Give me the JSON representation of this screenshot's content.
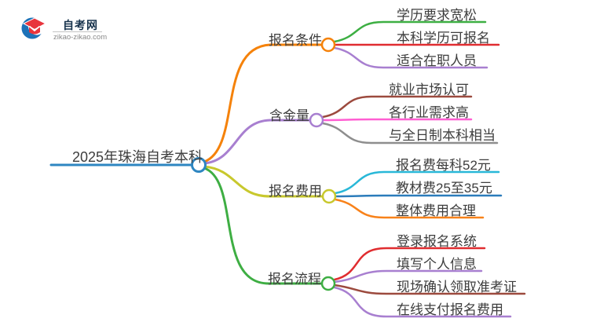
{
  "logo": {
    "site_name": "自考网",
    "site_url": "zikao-zikao.com",
    "crescent_color": "#1d72b8",
    "cap_color": "#e8353d"
  },
  "root": {
    "label": "2025年珠海自考本科",
    "color": "#2e86c1"
  },
  "branches": [
    {
      "label": "报名条件",
      "color": "#f5820a",
      "children": [
        {
          "label": "学历要求宽松",
          "color": "#3daf43"
        },
        {
          "label": "本科学历可报名",
          "color": "#e02d30"
        },
        {
          "label": "适合在职人员",
          "color": "#a87fd0"
        }
      ]
    },
    {
      "label": "含金量",
      "color": "#a87fd0",
      "children": [
        {
          "label": "就业市场认可",
          "color": "#9c4a3e"
        },
        {
          "label": "各行业需求高",
          "color": "#ff5fd2"
        },
        {
          "label": "与全日制本科相当",
          "color": "#8e8e8e"
        }
      ]
    },
    {
      "label": "报名费用",
      "color": "#c8c82d",
      "children": [
        {
          "label": "报名费每科52元",
          "color": "#29b8d8"
        },
        {
          "label": "教材费25至35元",
          "color": "#2b7cbb"
        },
        {
          "label": "整体费用合理",
          "color": "#f8821a"
        }
      ]
    },
    {
      "label": "报名流程",
      "color": "#3eae43",
      "children": [
        {
          "label": "登录报名系统",
          "color": "#e02d30"
        },
        {
          "label": "填写个人信息",
          "color": "#a87fd0"
        },
        {
          "label": "现场确认领取准考证",
          "color": "#9c4a3e"
        },
        {
          "label": "在线支付报名费用",
          "color": "#a87fd0"
        }
      ]
    }
  ]
}
